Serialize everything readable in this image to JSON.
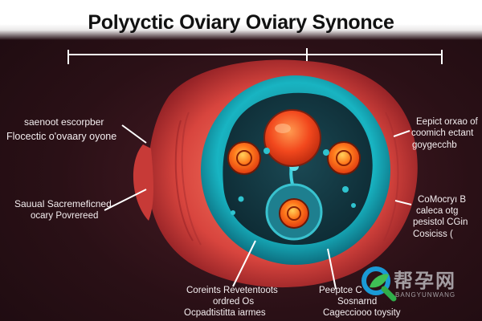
{
  "title": "Polyyctic Oviary Oviary Synonce",
  "labels": {
    "left_top_1": "saenoot escorpber",
    "left_top_2": "Flocectic o'ovaary oyone",
    "left_mid_1": "Sauual Sacremeficned",
    "left_mid_2": "ocary Povrereed",
    "right_top_1": "Eepict orxao of",
    "right_top_2": "coomich ectant",
    "right_top_3": "goygecchb",
    "right_mid_1": "CoMocryı B",
    "right_mid_2": "caleca otg",
    "right_mid_3": "pesistol CGin",
    "right_mid_4": "Cosiciss (",
    "bottom_left_1": "Coreints Revetentoots",
    "bottom_left_2": "ordred Os",
    "bottom_left_3": "Ocpadtistitta iarmes",
    "bottom_right_1": "Peeptce C",
    "bottom_right_2": "Sosnarnd",
    "bottom_right_3": "Cagecciooo toysity"
  },
  "watermark": {
    "cn": "帮孕网",
    "en": "BANGYUNWANG",
    "logo_icon": "magnifier-leaf-logo"
  },
  "colors": {
    "background": "#2a1016",
    "outer_tissue": "#d2453f",
    "ring": "#16b6c4",
    "core": "#123a44",
    "follicle": "#ff6a1a"
  }
}
